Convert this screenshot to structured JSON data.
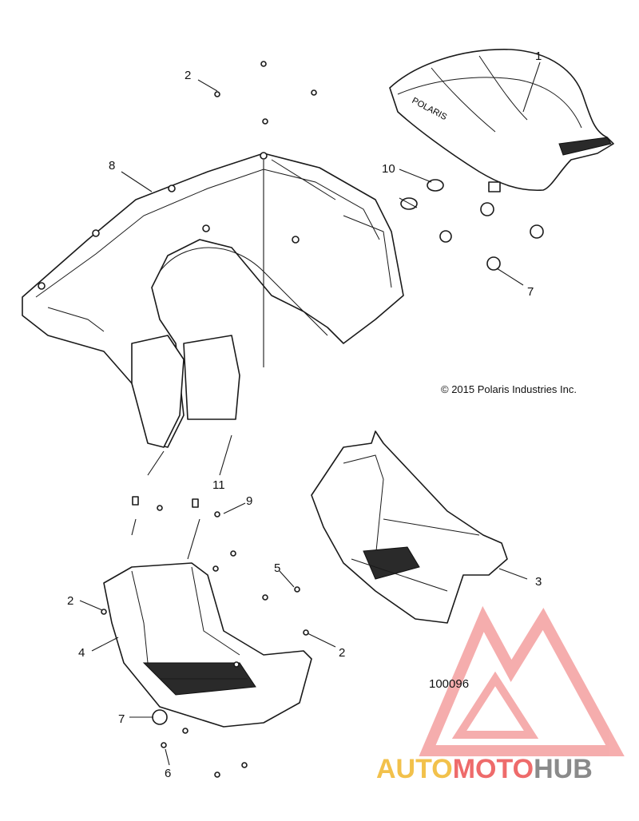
{
  "copyright": "© 2015 Polaris Industries Inc.",
  "figure_number": "100096",
  "seat_logo_text": "POLARIS",
  "callouts": [
    "1",
    "2",
    "2",
    "2",
    "2",
    "3",
    "4",
    "5",
    "6",
    "7",
    "7",
    "8",
    "9",
    "10",
    "11"
  ],
  "watermark": {
    "part1": "AUTO",
    "part2": "MOTO",
    "part3": "HUB",
    "colors": {
      "yellow": "#f2c14b",
      "red": "#ee6b6b",
      "gray": "#8a8a8a"
    }
  }
}
